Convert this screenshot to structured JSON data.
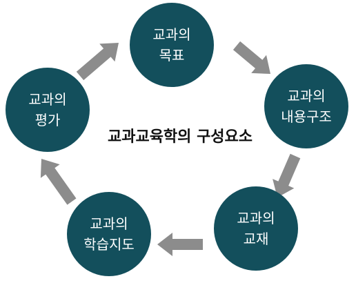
{
  "diagram": {
    "center_title": "교과교육학의 구성요소",
    "nodes": [
      {
        "id": "goal",
        "line1": "교과의",
        "line2": "목표"
      },
      {
        "id": "content",
        "line1": "교과의",
        "line2": "내용구조"
      },
      {
        "id": "material",
        "line1": "교과의",
        "line2": "교재"
      },
      {
        "id": "instruction",
        "line1": "교과의",
        "line2": "학습지도"
      },
      {
        "id": "evaluation",
        "line1": "교과의",
        "line2": "평가"
      }
    ],
    "flow": [
      "goal",
      "content",
      "material",
      "instruction",
      "evaluation",
      "goal"
    ],
    "colors": {
      "node_fill": "#134f5c",
      "node_text": "#ffffff",
      "arrow": "#8c8c8c",
      "title_text": "#111111"
    }
  }
}
